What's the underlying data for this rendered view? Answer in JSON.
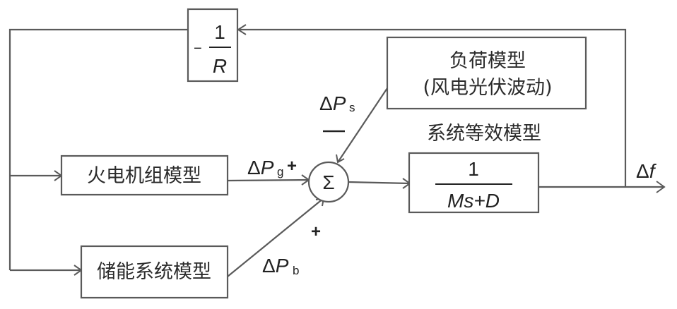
{
  "blocks": {
    "droop": {
      "sign": "−",
      "numerator": "1",
      "denominator": "R"
    },
    "thermal_unit": {
      "label": "火电机组模型"
    },
    "storage": {
      "label": "储能系统模型"
    },
    "load": {
      "line1": "负荷模型",
      "line2": "(风电光伏波动)"
    },
    "system": {
      "caption": "系统等效模型",
      "numerator": "1",
      "denominator": "Ms+D"
    },
    "sum": {
      "symbol": "Σ"
    }
  },
  "signals": {
    "pg": {
      "delta": "Δ",
      "var": "P",
      "sub": "g",
      "sign": "+"
    },
    "ps": {
      "delta": "Δ",
      "var": "P",
      "sub": "s",
      "sign": "—"
    },
    "pb": {
      "delta": "Δ",
      "var": "P",
      "sub": "b",
      "sign": "+"
    },
    "f": {
      "delta": "Δ",
      "var": "f"
    }
  }
}
